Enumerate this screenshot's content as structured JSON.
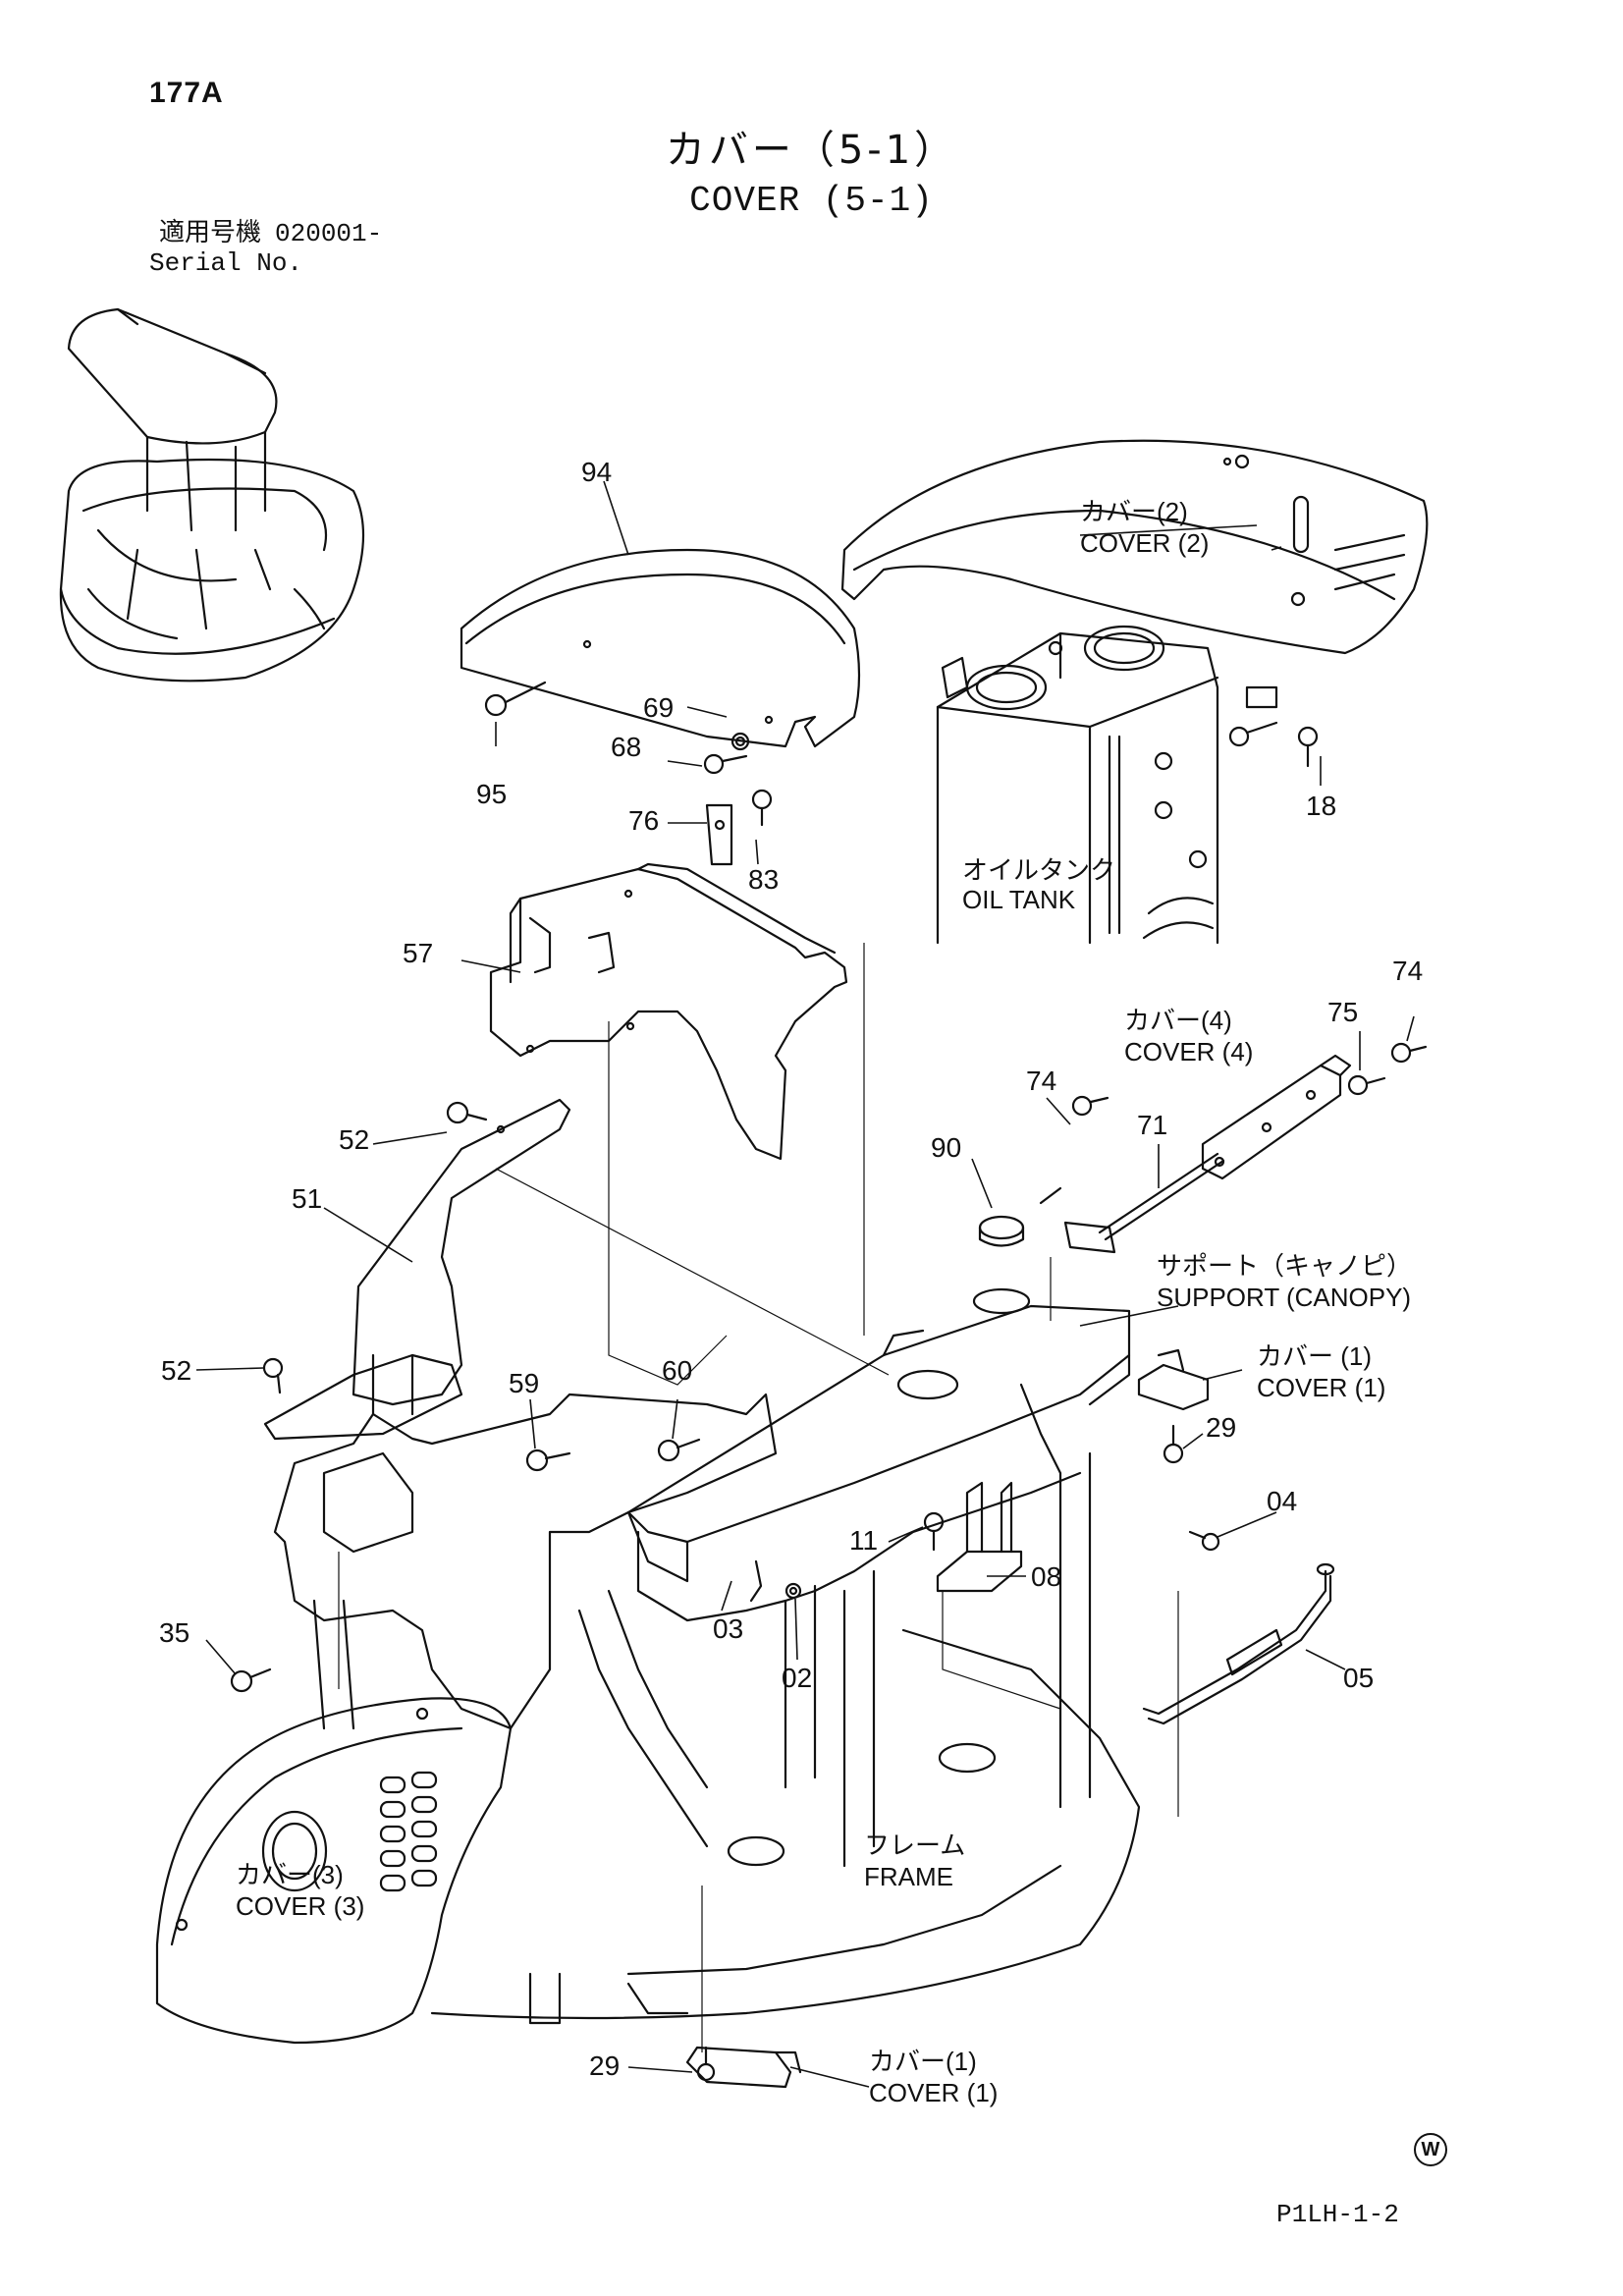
{
  "page": {
    "id": "177A",
    "ref_code": "P1LH-1-2",
    "mark": "W"
  },
  "title": {
    "japanese": "カバー（5-1）",
    "english": "COVER (5-1)"
  },
  "serial": {
    "label_jp": "適用号機",
    "value": "020001-",
    "label_en": "Serial No."
  },
  "labels": {
    "cover_2_jp": "カバー(2)",
    "cover_2_en": "COVER (2)",
    "oil_tank_jp": "オイルタンク",
    "oil_tank_en": "OIL TANK",
    "cover_4_jp": "カバー(4)",
    "cover_4_en": "COVER (4)",
    "support_jp": "サポート（キャノピ）",
    "support_en": "SUPPORT (CANOPY)",
    "cover_1_jp": "カバー (1)",
    "cover_1_en": "COVER (1)",
    "frame_jp": "フレーム",
    "frame_en": "FRAME",
    "cover_3_jp": "カバー(3)",
    "cover_3_en": "COVER (3)",
    "cover_1b_jp": "カバー(1)",
    "cover_1b_en": "COVER (1)"
  },
  "callouts": {
    "c94": "94",
    "c95": "95",
    "c69": "69",
    "c68": "68",
    "c76": "76",
    "c83": "83",
    "c57": "57",
    "c18": "18",
    "c74a": "74",
    "c75": "75",
    "c74b": "74",
    "c71": "71",
    "c90": "90",
    "c52a": "52",
    "c51": "51",
    "c52b": "52",
    "c59": "59",
    "c60": "60",
    "c29a": "29",
    "c04": "04",
    "c11": "11",
    "c08": "08",
    "c35": "35",
    "c03": "03",
    "c02": "02",
    "c05": "05",
    "c29b": "29"
  }
}
